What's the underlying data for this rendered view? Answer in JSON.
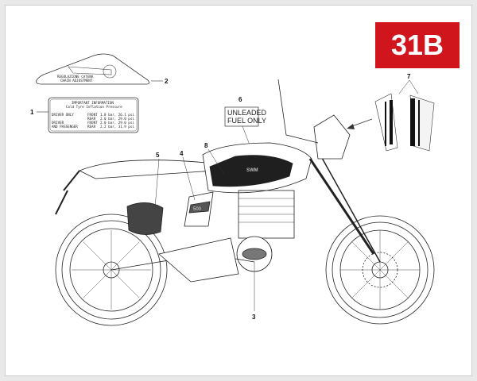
{
  "badge": {
    "text": "31B",
    "color": "#d0161c"
  },
  "callouts": [
    "1",
    "2",
    "3",
    "4",
    "5",
    "6",
    "7",
    "8"
  ],
  "decal_chain": {
    "line1": "REGOLAZIONE CATENA",
    "line2": "CHAIN ADJUSTMENT"
  },
  "decal_tyre": {
    "title": "IMPORTANT INFORMATION",
    "subtitle": "Cold Tyre Inflation Pressure",
    "rows": [
      {
        "rider": "DRIVER ONLY",
        "wheel": "FRONT",
        "value": "1.8 bar, 26.1 psi"
      },
      {
        "rider": "",
        "wheel": "REAR",
        "value": "2.0 bar, 29.0 psi"
      },
      {
        "rider": "DRIVER",
        "wheel": "FRONT",
        "value": "2.0 bar, 29.0 psi"
      },
      {
        "rider": "AND PASSENGER",
        "wheel": "REAR",
        "value": "2.2 bar, 31.9 psi"
      }
    ]
  },
  "decal_fuel": {
    "line1": "UNLEADED",
    "line2": "FUEL ONLY"
  },
  "tank_brand": "SWM",
  "side_panel_text": "500"
}
